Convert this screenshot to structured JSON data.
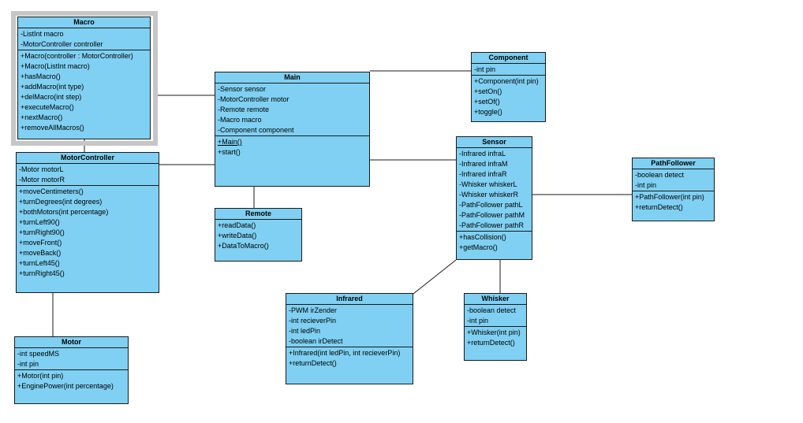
{
  "diagram": {
    "type": "uml-class-diagram",
    "colors": {
      "background": "#ffffff",
      "box_fill": "#7fd0f2",
      "box_border": "#1a1a1a",
      "selection_frame": "#c6c6c6"
    },
    "classes": [
      {
        "id": "macro",
        "name": "Macro",
        "selected": true,
        "attributes": [
          "-ListInt macro",
          "-MotorController controller"
        ],
        "methods": [
          "+Macro(controller : MotorController)",
          "+Macro(ListInt macro)",
          "+hasMacro()",
          "+addMacro(int type)",
          "+delMacro(int step)",
          "+executeMacro()",
          "+nextMacro()",
          "+removeAllMacros()"
        ]
      },
      {
        "id": "motorcontroller",
        "name": "MotorController",
        "selected": false,
        "attributes": [
          "-Motor motorL",
          "-Motor motorR"
        ],
        "methods": [
          "+moveCentimeters()",
          "+turnDegrees(int degrees)",
          "+bothMotors(int percentage)",
          "+turnLeft90()",
          "+turnRight90()",
          "+moveFront()",
          "+moveBack()",
          "+turnLeft45()",
          "+turnRight45()"
        ]
      },
      {
        "id": "motor",
        "name": "Motor",
        "selected": false,
        "attributes": [
          "-int speedMS",
          "-int pin"
        ],
        "methods": [
          "+Motor(int pin)",
          "+EnginePower(int percentage)"
        ]
      },
      {
        "id": "main",
        "name": "Main",
        "selected": false,
        "attributes": [
          "-Sensor sensor",
          "-MotorController motor",
          "-Remote remote",
          "-Macro macro",
          "-Component component"
        ],
        "methods": [
          {
            "text": "+Main()",
            "underline": true
          },
          "+start()"
        ]
      },
      {
        "id": "remote",
        "name": "Remote",
        "selected": false,
        "attributes": [],
        "methods": [
          "+readData()",
          "+writeData()",
          "+DataToMacro()"
        ]
      },
      {
        "id": "component",
        "name": "Component",
        "selected": false,
        "attributes": [
          "-int pin"
        ],
        "methods": [
          "+Component(int pin)",
          "+setOn()",
          "+setOf()",
          "+toggle()"
        ]
      },
      {
        "id": "sensor",
        "name": "Sensor",
        "selected": false,
        "attributes": [
          "-Infrared infraL",
          "-Infrared infraM",
          "-Infrared infraR",
          "-Whisker whiskerL",
          "-Whisker whiskerR",
          "-PathFollower pathL",
          "-PathFollower pathM",
          "-PathFollower pathR"
        ],
        "methods": [
          "+hasCollision()",
          "+getMacro()"
        ]
      },
      {
        "id": "pathfollower",
        "name": "PathFollower",
        "selected": false,
        "attributes": [
          "-boolean detect",
          "-int pin"
        ],
        "methods": [
          "+PathFollower(int pin)",
          "+returnDetect()"
        ]
      },
      {
        "id": "infrared",
        "name": "Infrared",
        "selected": false,
        "attributes": [
          "-PWM irZender",
          "-int recieverPin",
          "-int ledPin",
          "-boolean irDetect"
        ],
        "methods": [
          "+Infrared(int ledPin, int recieverPin)",
          "+returnDetect()"
        ]
      },
      {
        "id": "whisker",
        "name": "Whisker",
        "selected": false,
        "attributes": [
          "-boolean detect",
          "-int pin"
        ],
        "methods": [
          "+Whisker(int pin)",
          "+returnDetect()"
        ]
      }
    ],
    "relationships": [
      {
        "from": "Macro",
        "to": "Main"
      },
      {
        "from": "Macro",
        "to": "MotorController"
      },
      {
        "from": "MotorController",
        "to": "Main"
      },
      {
        "from": "MotorController",
        "to": "Motor"
      },
      {
        "from": "Main",
        "to": "Remote"
      },
      {
        "from": "Main",
        "to": "Component"
      },
      {
        "from": "Main",
        "to": "Sensor"
      },
      {
        "from": "Sensor",
        "to": "PathFollower"
      },
      {
        "from": "Sensor",
        "to": "Infrared"
      },
      {
        "from": "Sensor",
        "to": "Whisker"
      }
    ]
  }
}
